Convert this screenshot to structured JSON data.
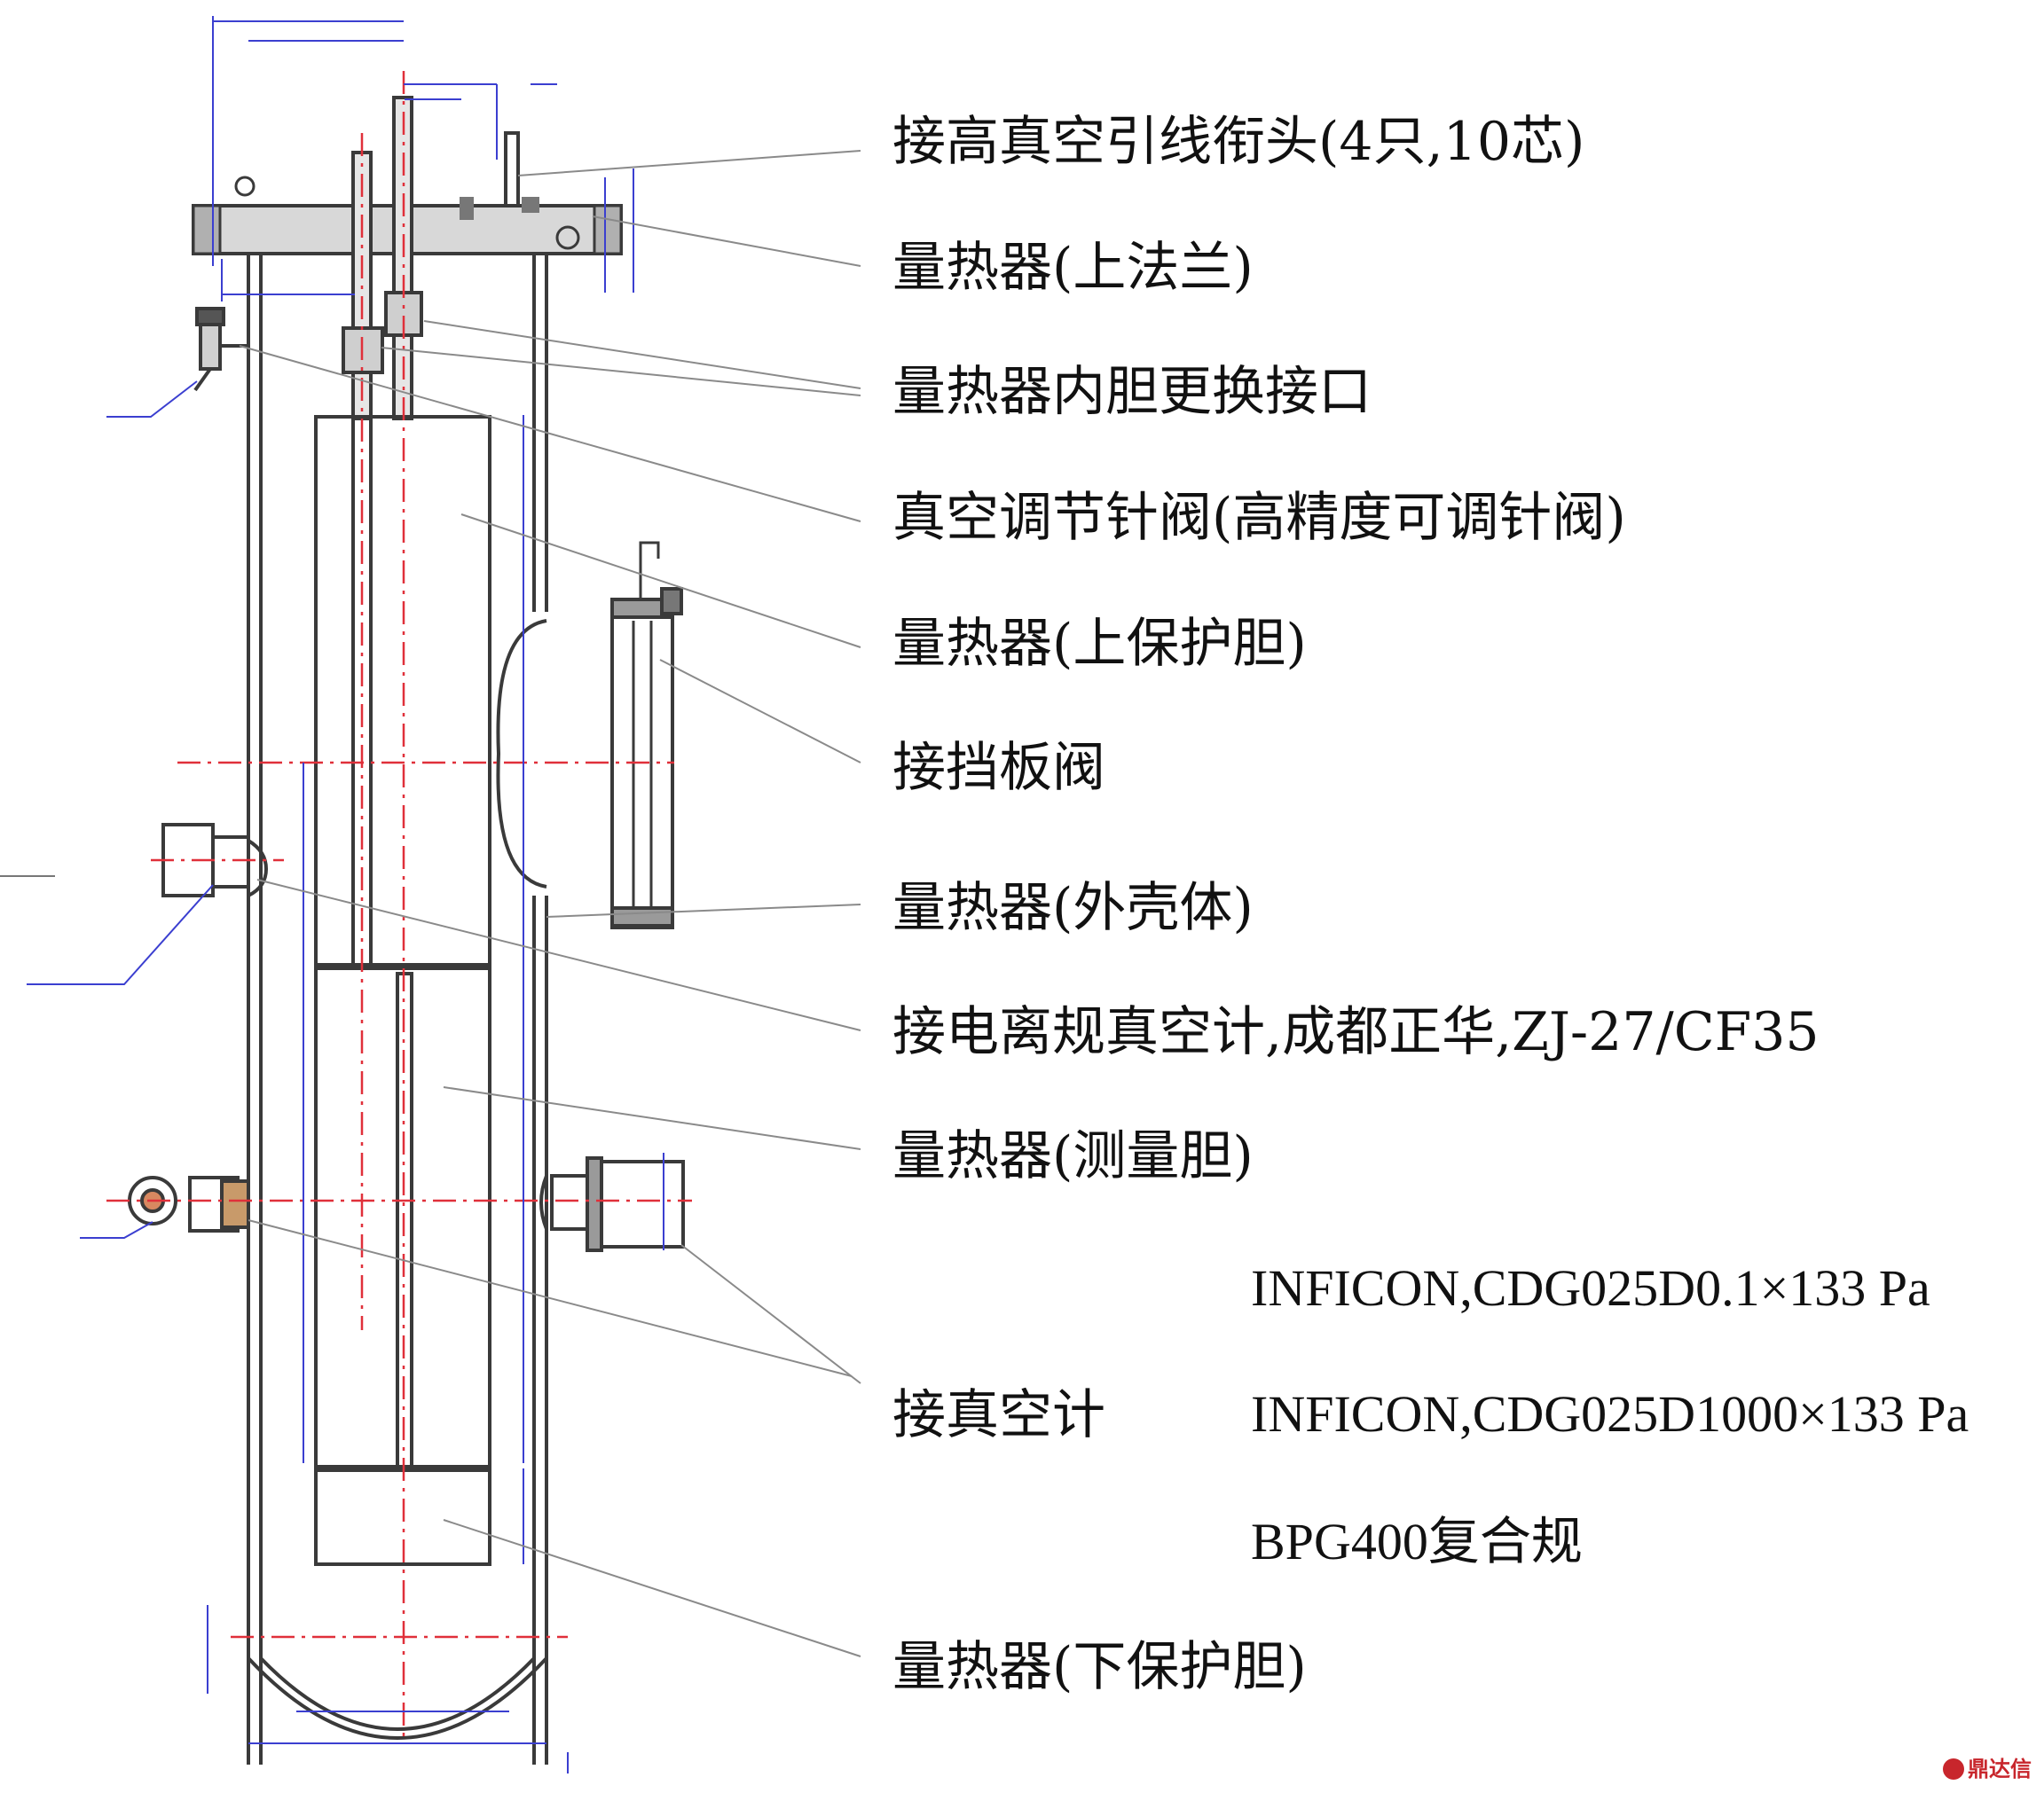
{
  "labels": {
    "header": "接高真空引线衔头(4只,10芯)",
    "upper_flange": "量热器(上法兰)",
    "inner_interface": "量热器内胆更换接口",
    "needle_valve": "真空调节针阀(高精度可调针阀)",
    "upper_guard": "量热器(上保护胆)",
    "baffle_valve": "接挡板阀",
    "outer_shell": "量热器(外壳体)",
    "ion_gauge": "接电离规真空计,成都正华,ZJ-27/CF35",
    "measuring_vessel": "量热器(测量胆)",
    "vacuum_gauge": "接真空计",
    "lower_guard": "量热器(下保护胆)"
  },
  "gauge_specs": [
    "INFICON,CDG025D0.1×133 Pa",
    "INFICON,CDG025D1000×133 Pa",
    "BPG400复合规"
  ],
  "watermark": "鼎达信",
  "colors": {
    "outline": "#3a3a3a",
    "center_line": "#e0303a",
    "dimension": "#3b3fd0",
    "leader": "#8a8a8a",
    "hatch": "#9a9a9a"
  }
}
